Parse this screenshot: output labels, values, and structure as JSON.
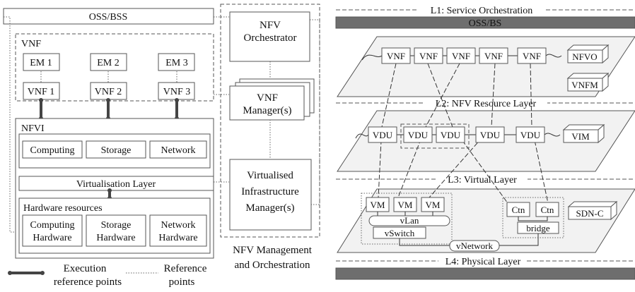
{
  "left": {
    "oss": "OSS/BSS",
    "nfvo": [
      "NFV",
      "Orchestrator"
    ],
    "vnf_title": "VNF",
    "ems": [
      "EM 1",
      "EM 2",
      "EM 3"
    ],
    "vnfs": [
      "VNF 1",
      "VNF 2",
      "VNF 3"
    ],
    "vnfm": [
      "VNF",
      "Manager(s)"
    ],
    "nfvi_title": "NFVI",
    "virt_resources": [
      "Computing",
      "Storage",
      "Network"
    ],
    "virt_layer": "Virtualisation Layer",
    "vim": [
      "Virtualised",
      "Infrastructure",
      "Manager(s)"
    ],
    "hw_title": "Hardware resources",
    "hw": [
      [
        "Computing",
        "Hardware"
      ],
      [
        "Storage",
        "Hardware"
      ],
      [
        "Network",
        "Hardware"
      ]
    ],
    "mano": [
      "NFV Management",
      "and Orchestration"
    ],
    "legend": {
      "execution": [
        "Execution",
        "reference points"
      ],
      "reference": [
        "Reference",
        "points"
      ]
    }
  },
  "right": {
    "l1": "L1: Service Orchestration",
    "oss": "OSS/BS",
    "vnf_chain": [
      "VNF",
      "VNF",
      "VNF",
      "VNF",
      "VNF"
    ],
    "nfvo": "NFVO",
    "vnfm": "VNFM",
    "l2": "L2: NFV Resource Layer",
    "vdus": [
      "VDU",
      "VDU",
      "VDU",
      "VDU",
      "VDU"
    ],
    "vim": "VIM",
    "l3": "L3: Virtual Layer",
    "vms": [
      "VM",
      "VM",
      "VM"
    ],
    "vlan": "vLan",
    "vswitch": "vSwitch",
    "ctns": [
      "Ctn",
      "Ctn"
    ],
    "bridge": "bridge",
    "vnetwork": "vNetwork",
    "sdnc": "SDN-C",
    "l4": "L4: Physical Layer"
  }
}
